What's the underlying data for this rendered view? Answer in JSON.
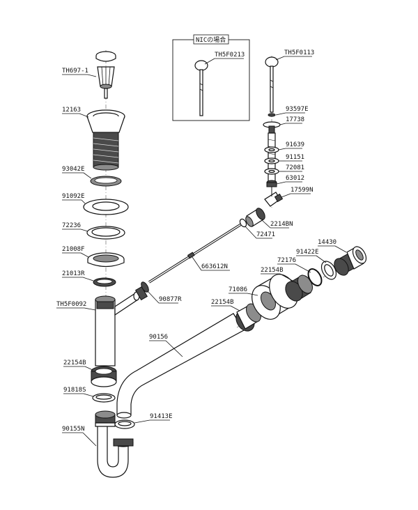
{
  "inset": {
    "title": "NICの場合",
    "part": "TH5F0213"
  },
  "parts": {
    "th697_1": "TH697-1",
    "p12163": "12163",
    "p93042e": "93042E",
    "p91092e": "91092E",
    "p72236": "72236",
    "p21008f": "21008F",
    "p21013r": "21013R",
    "th5f0092": "TH5F0092",
    "p22154b_left": "22154B",
    "p91818s": "91818S",
    "p90155n": "90155N",
    "p91413e": "91413E",
    "p90156": "90156",
    "p90877r": "90877R",
    "p663612n": "663612N",
    "p72471": "72471",
    "p2214bn": "2214BN",
    "th5f0113": "TH5F0113",
    "p93597e": "93597E",
    "p17738": "17738",
    "p91639": "91639",
    "p91151": "91151",
    "p72081": "72081",
    "p63012": "63012",
    "p17599n": "17599N",
    "p71086": "71086",
    "p22154b_mid": "22154B",
    "p22154b_right": "22154B",
    "p72176": "72176",
    "p91422e": "91422E",
    "p14430": "14430"
  }
}
